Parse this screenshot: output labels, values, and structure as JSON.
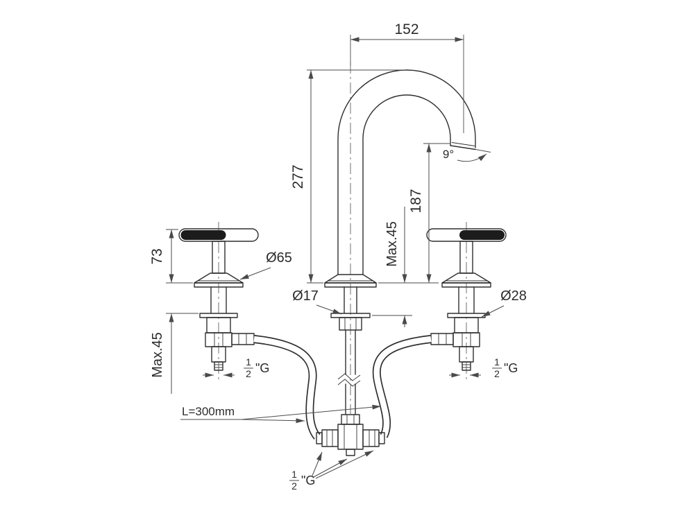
{
  "drawing": {
    "colors": {
      "background": "#ffffff",
      "object_ink": "#2f2f2f",
      "dimension_ink": "#4a4a4a",
      "handle_grip_fill": "#1c1c1c"
    },
    "dimensions": {
      "spout_reach": "152",
      "spout_height": "277",
      "outlet_height": "187",
      "outlet_angle": "9°",
      "handle_height": "73",
      "deck_max_left": "Max.45",
      "deck_max_center": "Max.45",
      "base_diameter": "Ø65",
      "shank_diameter": "Ø17",
      "valve_diameter": "Ø28",
      "hose_length": "L=300mm"
    },
    "threads": {
      "left": {
        "numerator": "1",
        "denominator": "2",
        "suffix": "\"G"
      },
      "right": {
        "numerator": "1",
        "denominator": "2",
        "suffix": "\"G"
      },
      "bottom": {
        "numerator": "1",
        "denominator": "2",
        "suffix": "\"G"
      }
    }
  }
}
